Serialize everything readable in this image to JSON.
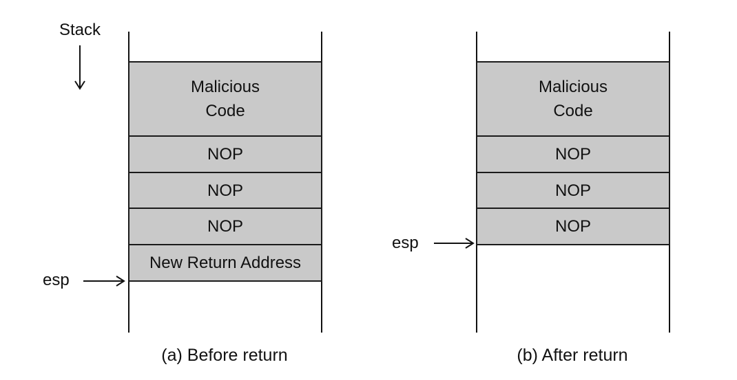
{
  "stack_label": "Stack",
  "esp_label": "esp",
  "panels": [
    {
      "caption": "(a) Before return",
      "cells": [
        "Malicious\nCode",
        "NOP",
        "NOP",
        "NOP",
        "New Return Address"
      ]
    },
    {
      "caption": "(b) After return",
      "cells": [
        "Malicious\nCode",
        "NOP",
        "NOP",
        "NOP"
      ]
    }
  ],
  "colors": {
    "cell_fill": "#c9c9c9",
    "line": "#111111"
  }
}
